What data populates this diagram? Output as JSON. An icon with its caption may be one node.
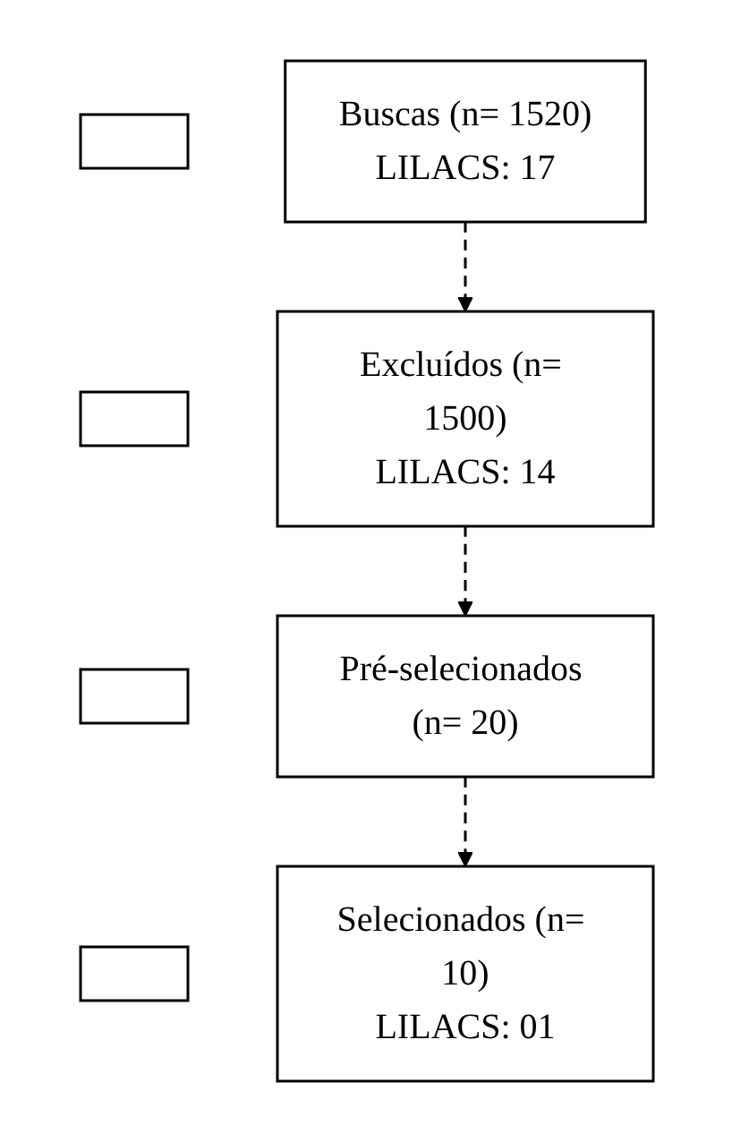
{
  "diagram": {
    "nodes": [
      {
        "text": [],
        "shape": "box"
      },
      {
        "text": [
          "Buscas (n= 1520)",
          "LILACS: 17"
        ]
      },
      {
        "text": [],
        "shape": "box"
      },
      {
        "text": [
          "Excluídos (n= 1500)",
          "LILACS: 14"
        ]
      },
      {
        "text": [],
        "shape": "box"
      },
      {
        "text": [
          "Pré-selecionados (n= 20)"
        ]
      },
      {
        "text": [],
        "shape": "box"
      },
      {
        "text": [
          "Selecionados (n= 10)",
          "LILACS: 01"
        ]
      }
    ],
    "edges": [
      {
        "from": 1,
        "to": 3,
        "arrow": "to",
        "style": "dashed"
      },
      {
        "from": 3,
        "to": 5,
        "arrow": "to",
        "style": "dashed"
      },
      {
        "from": 5,
        "to": 7,
        "arrow": "to",
        "style": "dashed"
      }
    ]
  }
}
